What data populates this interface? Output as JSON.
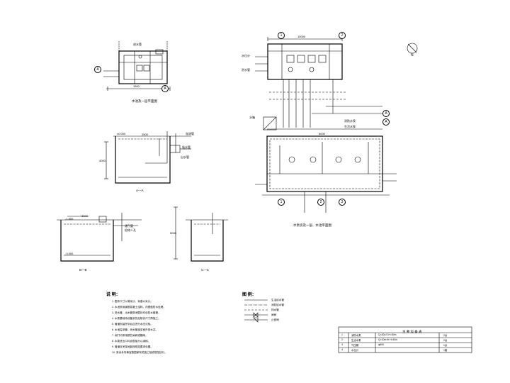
{
  "drawing": {
    "captions": {
      "plan_small": "水池及一层平面图",
      "section_aa": "A—A",
      "section_bb": "B—B",
      "section_cc": "C—C",
      "plan_main": "水泵房及一层、水池平面图"
    },
    "axis_labels": {
      "a": "A",
      "one": "1",
      "two": "2",
      "three": "3"
    },
    "dims": {
      "d1": "1500",
      "d2": "10000",
      "d3": "4000",
      "d4": "3000",
      "d5": "5000",
      "d6": "2500",
      "d7": "6000",
      "d8": "-1.800",
      "d9": "-3.500",
      "d10": "±0.000"
    },
    "callouts": {
      "c1": "进水管",
      "c2": "溢流管",
      "c3": "吸水管",
      "c4": "出水管",
      "c5": "通气管",
      "c6": "检修人孔",
      "c7": "水位计",
      "c8": "泄水管",
      "c9": "消防水泵",
      "c10": "生活水泵",
      "c11": "水箱"
    }
  },
  "notes": {
    "title": "说  明：",
    "lines": [
      "1. 图中尺寸以毫米计，标高以米计。",
      "2. 水池采用钢筋混凝土结构，内壁做防水处理。",
      "3. 进水管、出水管穿池壁处均设防水套管。",
      "4. 水泵基础待设备到货后核实尺寸再施工。",
      "5. 管道安装完毕后应进行水压试验。",
      "6. 水池溢流管、泄水管接至室外排水井。",
      "7. 阀门均采用铜芯闸阀或蝶阀。",
      "8. 水泵进出口均设软接头以减振。",
      "9. 管道支吊架间距按规范要求设置。",
      "10. 其余未尽事宜按国家有关施工验收规范执行。"
    ]
  },
  "legend": {
    "title": "图  例：",
    "items": [
      "生活给水管",
      "消防给水管",
      "排水管",
      "闸阀",
      "止回阀"
    ]
  },
  "equipment_table": {
    "title": "主 要 设 备 表",
    "rows": [
      [
        "1",
        "消防水泵",
        "Q=30L/S H=50m",
        "2台"
      ],
      [
        "2",
        "生活水泵",
        "Q=10m³/h H=40m",
        "2台"
      ],
      [
        "3",
        "气压罐",
        "φ800",
        "1台"
      ],
      [
        "4",
        "水位计",
        "",
        "1套"
      ]
    ]
  },
  "north": {
    "label": "N"
  }
}
